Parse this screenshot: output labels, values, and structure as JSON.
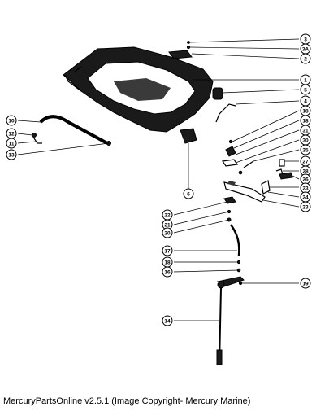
{
  "caption": "MercuryPartsOnline v2.5.1 (Image Copyright- Mercury Marine)",
  "callouts": [
    {
      "label": "3"
    },
    {
      "label": "3A"
    },
    {
      "label": "2"
    },
    {
      "label": "1"
    },
    {
      "label": "5"
    },
    {
      "label": "4"
    },
    {
      "label": "10"
    },
    {
      "label": "12"
    },
    {
      "label": "11"
    },
    {
      "label": "13"
    },
    {
      "label": "18"
    },
    {
      "label": "18"
    },
    {
      "label": "31"
    },
    {
      "label": "30"
    },
    {
      "label": "25"
    },
    {
      "label": "27"
    },
    {
      "label": "28"
    },
    {
      "label": "26"
    },
    {
      "label": "23"
    },
    {
      "label": "24"
    },
    {
      "label": "23"
    },
    {
      "label": "6"
    },
    {
      "label": "22"
    },
    {
      "label": "21"
    },
    {
      "label": "20"
    },
    {
      "label": "17"
    },
    {
      "label": "18"
    },
    {
      "label": "16"
    },
    {
      "label": "19"
    },
    {
      "label": "14"
    }
  ]
}
